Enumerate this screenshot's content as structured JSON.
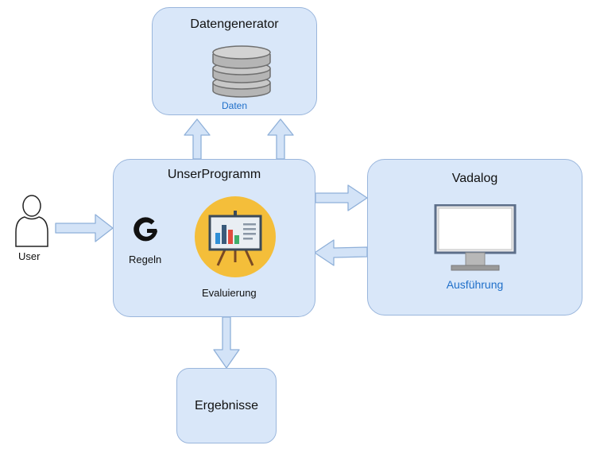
{
  "nodes": {
    "datengenerator": {
      "title": "Datengenerator",
      "caption": "Daten"
    },
    "userprogramm": {
      "title": "UnserProgramm",
      "rules_label": "Regeln",
      "eval_label": "Evaluierung"
    },
    "vadalog": {
      "title": "Vadalog",
      "caption": "Ausführung"
    },
    "ergebnisse": {
      "title": "Ergebnisse"
    },
    "user": {
      "label": "User"
    }
  },
  "colors": {
    "box_fill": "#d9e7f9",
    "box_border": "#9ab6dc",
    "arrow_fill": "#d3e3f7",
    "arrow_stroke": "#8fb0d9",
    "caption_blue": "#1f6fc9"
  },
  "icons": [
    "database-icon",
    "google-g-icon",
    "presentation-board-icon",
    "monitor-icon",
    "user-icon"
  ]
}
